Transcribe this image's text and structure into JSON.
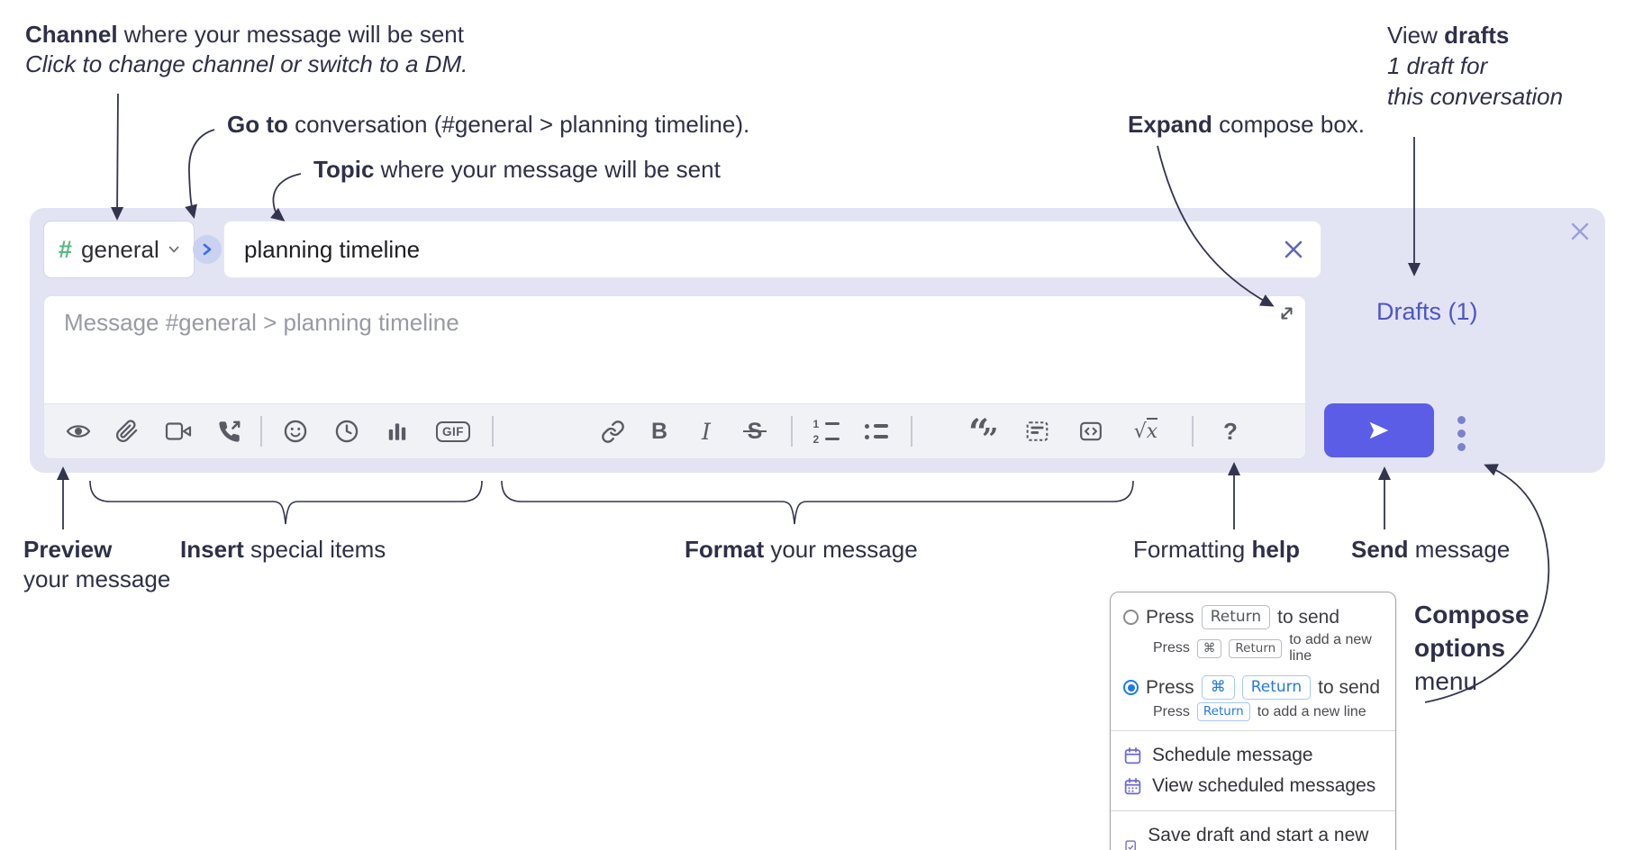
{
  "annotations": {
    "channel": {
      "bold": "Channel",
      "rest": " where your message will be sent",
      "sub": "Click to change channel or switch to a DM."
    },
    "goto": {
      "bold": "Go to",
      "rest": " conversation (#general > planning timeline)."
    },
    "topic": {
      "bold": "Topic",
      "rest": " where your message will be sent"
    },
    "expand": {
      "bold": "Expand",
      "rest": " compose box."
    },
    "drafts": {
      "pre": "View ",
      "bold": "drafts",
      "line2": "1 draft for",
      "line3": "this conversation"
    },
    "preview": {
      "bold": "Preview",
      "line2": "your message"
    },
    "insert": {
      "bold": "Insert",
      "rest": " special items"
    },
    "format": {
      "bold": "Format",
      "rest": " your message"
    },
    "help": {
      "pre": "Formatting ",
      "bold": "help"
    },
    "send": {
      "bold": "Send",
      "rest": " message"
    },
    "compose_options": {
      "line1": "Compose",
      "line2": "options",
      "line3": "menu"
    }
  },
  "compose": {
    "channel_hash": "#",
    "channel_name": "general",
    "topic_value": "planning timeline",
    "message_placeholder": "Message #general > planning timeline",
    "drafts_label": "Drafts (1)"
  },
  "toolbar": {
    "glyphs": {
      "bold": "B",
      "italic": "I",
      "strike": "S",
      "gif": "GIF",
      "ol1": "1",
      "ol2": "2",
      "quote_open": "“",
      "quote_close": "”",
      "sqrt": "√",
      "x": "x",
      "help": "?"
    },
    "icons": [
      "preview",
      "attach-file",
      "start-video-call",
      "start-voice-call",
      "emoji",
      "add-global-time",
      "add-poll",
      "add-gif",
      "link",
      "bold",
      "italic",
      "strikethrough",
      "numbered-list",
      "bulleted-list",
      "quote",
      "spoiler",
      "code",
      "math",
      "message-formatting-help"
    ]
  },
  "send_options": {
    "option1": {
      "press": "Press",
      "key": "Return",
      "after": "to send",
      "sub_press": "Press",
      "sub_key1": "⌘",
      "sub_key2": "Return",
      "sub_after": "to add a new line"
    },
    "option2": {
      "press": "Press",
      "key1": "⌘",
      "key2": "Return",
      "after": "to send",
      "sub_press": "Press",
      "sub_key": "Return",
      "sub_after": "to add a new line"
    }
  },
  "menu_items": [
    {
      "label": "Schedule message"
    },
    {
      "label": "View scheduled messages"
    },
    {
      "label": "Save draft and start a new message"
    }
  ],
  "colors": {
    "accent_send": "#5b5de6",
    "drafts_link": "#4d55c8",
    "channel_green": "#55b97f",
    "selected_radio_blue": "#1f78e8",
    "key_blue": "#2478e4",
    "menu_icon_purple": "#6e68d8",
    "annotation_ink": "#2e3048",
    "compose_bg": "#e2e4f3"
  }
}
